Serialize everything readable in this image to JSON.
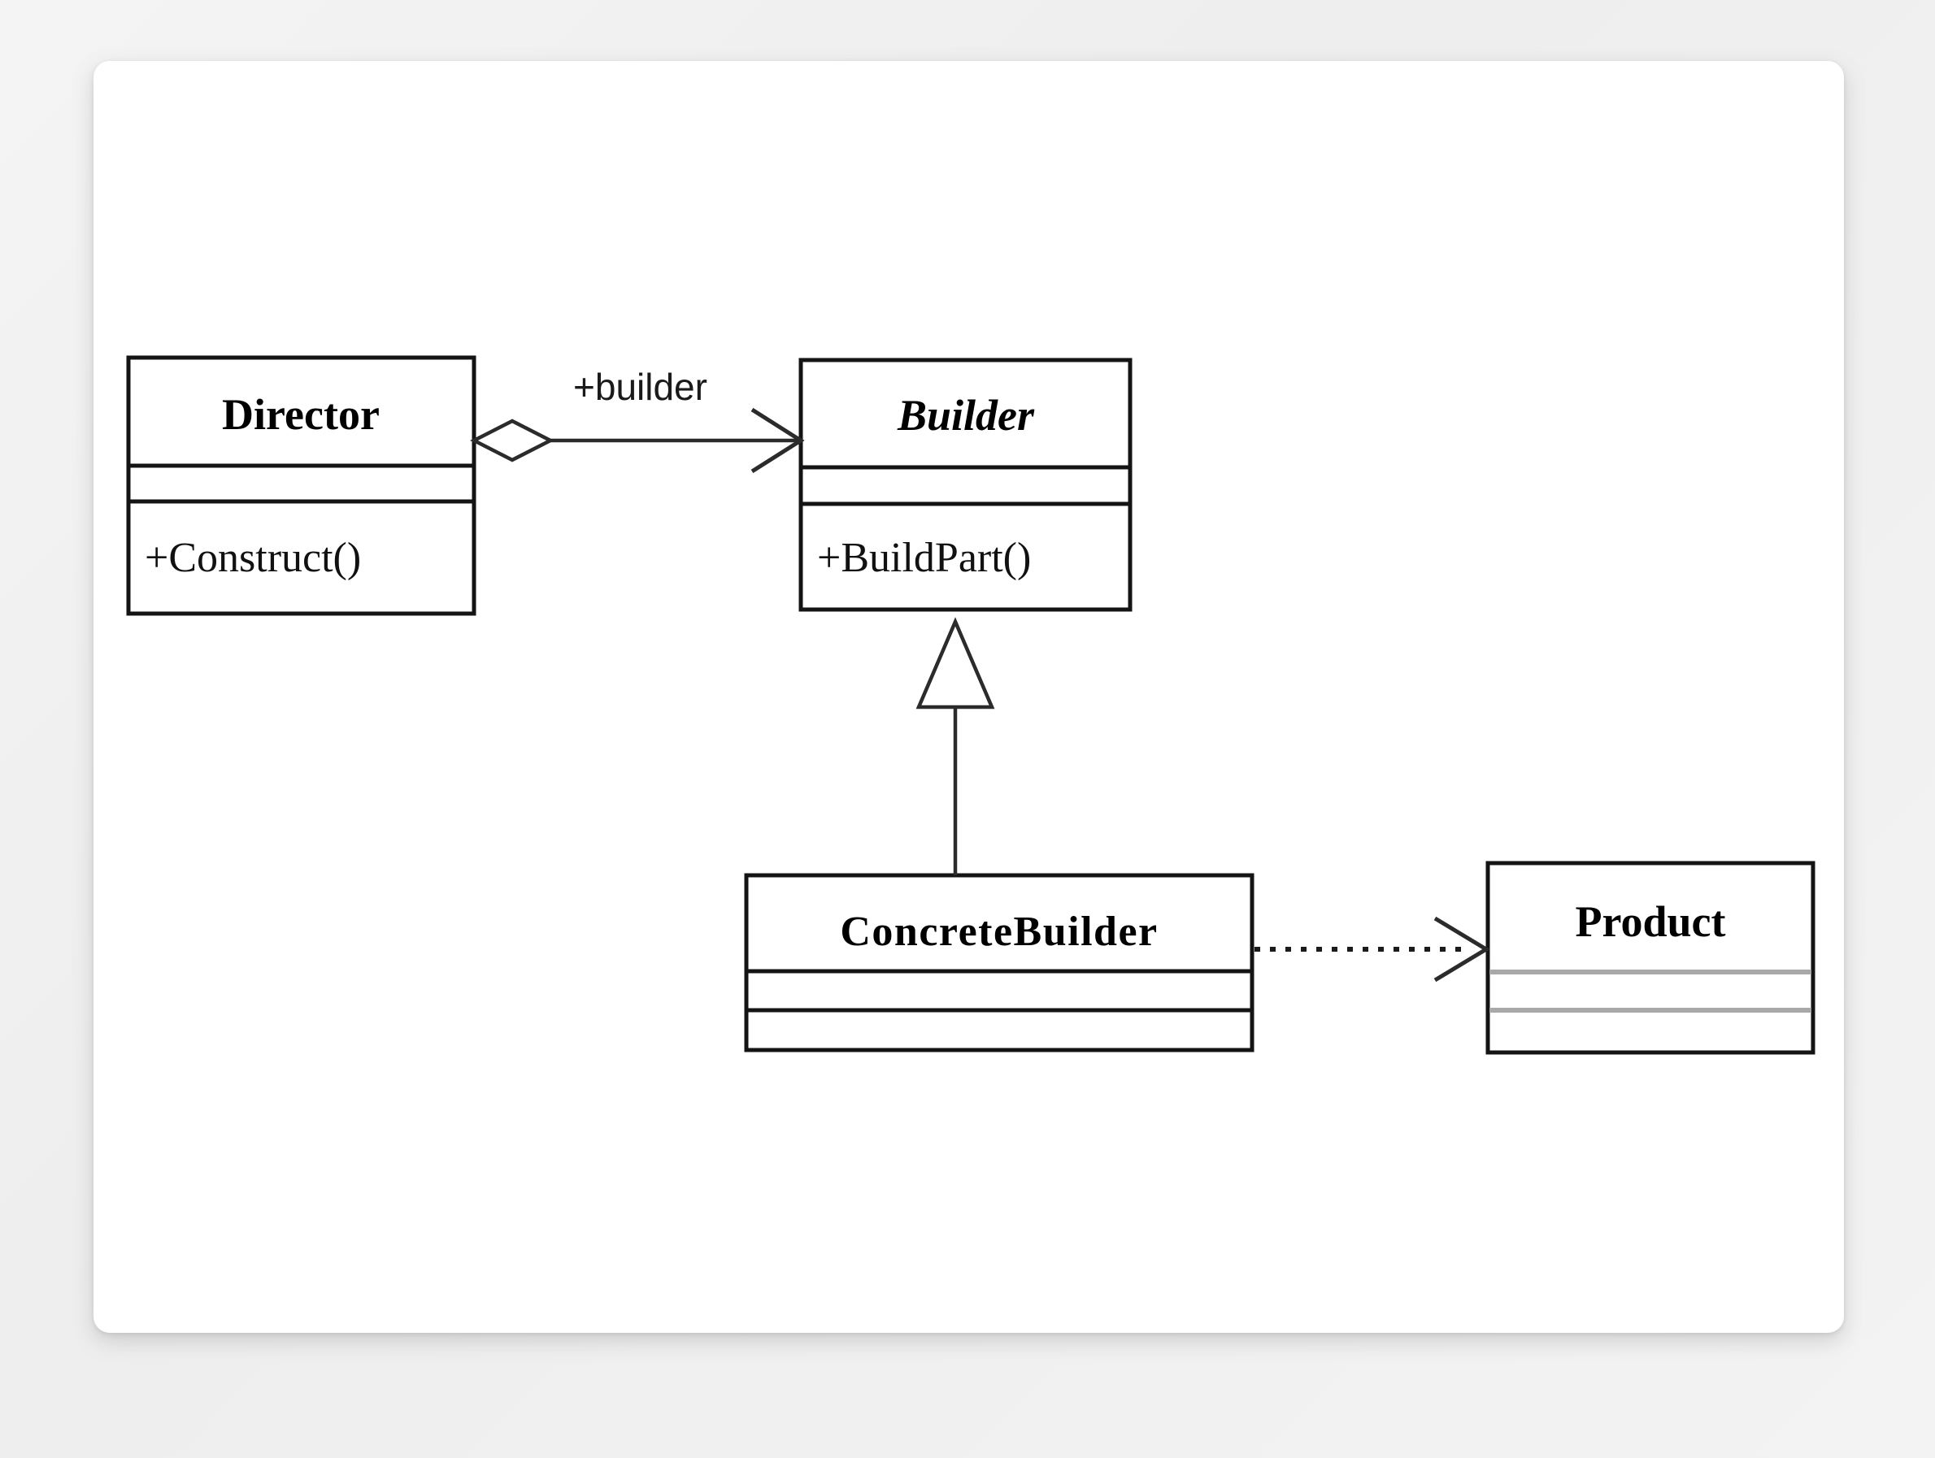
{
  "diagram": {
    "kind": "uml-class-diagram",
    "title": "Builder design pattern class diagram",
    "background_color": "#f2f2f2",
    "card_color": "#ffffff",
    "line_color": "#2b2b2b",
    "gray_divider_color": "#a8a8a8",
    "classes": [
      {
        "id": "director",
        "name": "Director",
        "abstract": false,
        "attributes": [],
        "operations": [
          "+Construct()"
        ]
      },
      {
        "id": "builder",
        "name": "Builder",
        "abstract": true,
        "attributes": [],
        "operations": [
          "+BuildPart()"
        ]
      },
      {
        "id": "concrete-builder",
        "name": "ConcreteBuilder",
        "abstract": false,
        "attributes": [],
        "operations": []
      },
      {
        "id": "product",
        "name": "Product",
        "abstract": false,
        "attributes": [],
        "operations": []
      }
    ],
    "relationships": [
      {
        "id": "director-builder",
        "type": "aggregation",
        "from": "director",
        "to": "builder",
        "label": "+builder",
        "source_decoration": "hollow-diamond",
        "target_decoration": "open-arrow"
      },
      {
        "id": "concretebuilder-builder",
        "type": "generalization",
        "from": "concrete-builder",
        "to": "builder",
        "label": "",
        "source_decoration": "none",
        "target_decoration": "hollow-triangle"
      },
      {
        "id": "concretebuilder-product",
        "type": "dependency",
        "from": "concrete-builder",
        "to": "product",
        "label": "",
        "source_decoration": "none",
        "target_decoration": "open-arrow",
        "line_style": "dotted"
      }
    ]
  }
}
